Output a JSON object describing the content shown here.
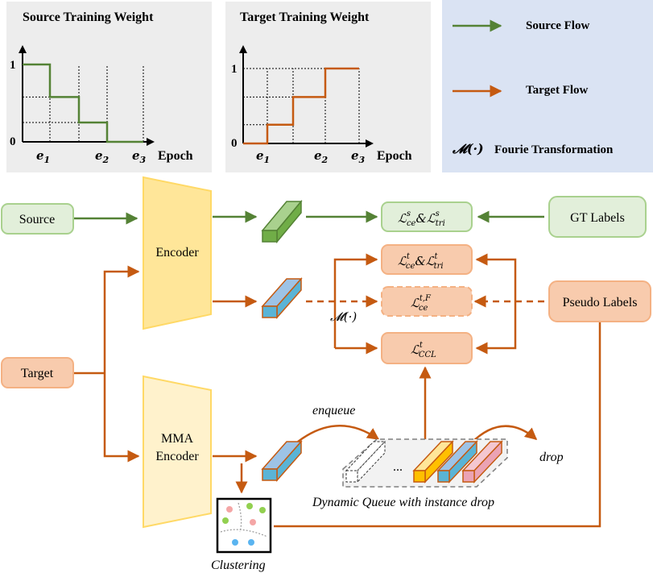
{
  "source_chart": {
    "title": "Source Training Weight",
    "y_top": "1",
    "y_zero": "0",
    "x_ticks": [
      "e",
      "e",
      "e"
    ],
    "x_tick_subs": [
      "1",
      "2",
      "3"
    ],
    "x_axis_label": "Epoch",
    "steps": [
      1.0,
      0.58,
      0.25,
      0.0
    ]
  },
  "target_chart": {
    "title": "Target Training Weight",
    "y_top": "1",
    "y_zero": "0",
    "x_ticks": [
      "e",
      "e",
      "e"
    ],
    "x_tick_subs": [
      "1",
      "2",
      "3"
    ],
    "x_axis_label": "Epoch",
    "steps": [
      0.0,
      0.25,
      0.62,
      1.0
    ]
  },
  "legend": {
    "source_flow": "Source Flow",
    "target_flow": "Target Flow",
    "fourier_symbol": "𝓜(·)",
    "fourier_label": "Fourie Transformation"
  },
  "nodes": {
    "source": "Source",
    "target": "Target",
    "encoder": "Encoder",
    "mma_line1": "MMA",
    "mma_line2": "Encoder",
    "gt_labels": "GT Labels",
    "pseudo_labels": "Pseudo Labels"
  },
  "losses": {
    "l_s_main": "ℒ",
    "l_s_sub1": "ce",
    "l_s_sup1": "s",
    "l_s_amp": "&ℒ",
    "l_s_sub2": "tri",
    "l_s_sup2": "s",
    "l_t_main": "ℒ",
    "l_t_sub1": "ce",
    "l_t_sup1": "t",
    "l_t_amp": "&ℒ",
    "l_t_sub2": "tri",
    "l_t_sup2": "t",
    "l_f_main": "ℒ",
    "l_f_sub": "ce",
    "l_f_sup": "t,F",
    "l_ccl_main": "ℒ",
    "l_ccl_sub": "CCL",
    "l_ccl_sup": "t"
  },
  "labels": {
    "fourier_arrow": "𝓜(·)",
    "enqueue": "enqueue",
    "drop": "drop",
    "queue_dots": "...",
    "queue_caption": "Dynamic Queue with instance drop",
    "clustering": "Clustering"
  },
  "colors": {
    "green": "#548235",
    "orange": "#c55a11",
    "green_fill": "#e2efda",
    "green_stroke": "#a9d18e",
    "orange_fill": "#f8cbad",
    "orange_stroke": "#f4b183",
    "yellow_fill": "#ffe699",
    "yellow_stroke": "#ffd966",
    "mma_fill": "#fff2cc",
    "legend_bg": "#dae3f3",
    "chart_bg": "#ededed"
  }
}
